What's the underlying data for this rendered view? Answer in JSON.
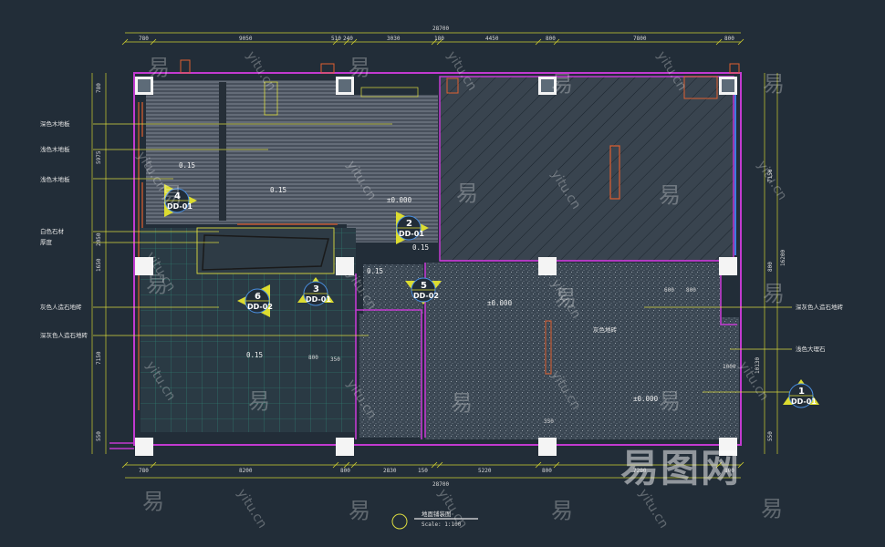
{
  "drawing": {
    "title": "地面铺装图",
    "scale": "Scale: 1:100"
  },
  "dimensions": {
    "top_total": "28700",
    "top": [
      "780",
      "9050",
      "510",
      "240",
      "3030",
      "180",
      "4450",
      "800",
      "7800",
      "800"
    ],
    "bottom_total": "28700",
    "bottom": [
      "780",
      "8200",
      "800",
      "2830",
      "150",
      "5220",
      "800",
      "7200",
      "800"
    ],
    "left": [
      "780",
      "5975",
      "2050",
      "1650",
      "7150",
      "550"
    ],
    "right": [
      "7150",
      "800",
      "16200",
      "10130",
      "550"
    ]
  },
  "labels": {
    "left": [
      "深色木地板",
      "浅色木地板",
      "浅色木地板",
      "白色石材",
      "厚度",
      "灰色人造石地砖",
      "深灰色人造石地砖"
    ],
    "right": [
      "深灰色人造石地砖",
      "浅色大理石"
    ],
    "center": "灰色地砖"
  },
  "elevations": [
    "0.15",
    "0.15",
    "±0.000",
    "0.15",
    "±0.000",
    "0.15",
    "±0.000",
    "0.15"
  ],
  "small_dims": [
    "800",
    "350",
    "800",
    "600",
    "350",
    "1000"
  ],
  "section_tags": [
    {
      "num": "4",
      "code": "DD-01"
    },
    {
      "num": "2",
      "code": "DD-01"
    },
    {
      "num": "5",
      "code": "DD-02"
    },
    {
      "num": "6",
      "code": "DD-02"
    },
    {
      "num": "3",
      "code": "DD-01"
    },
    {
      "num": "1",
      "code": "DD-01"
    }
  ],
  "watermark": {
    "brand": "易图网",
    "char": "易",
    "url": "yitu.cn"
  },
  "colors": {
    "background": "#222d38",
    "wall_outline": "#c23ad0",
    "dimension": "#cfcf30",
    "leader": "#d8d840",
    "wood": "#6b7686",
    "stone_dark": "#3d4a57",
    "wet_area": "#2e7a6a",
    "column": "#ffffff",
    "partition": "#e06030"
  }
}
